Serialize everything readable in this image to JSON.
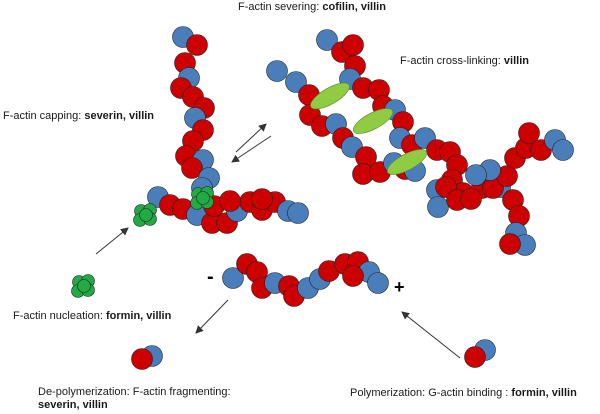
{
  "colors": {
    "f_actin_subunit": "#cc0000",
    "g_actin_subunit": "#4a7ebb",
    "capping_protein": "#22aa44",
    "crosslinker": "#8fcc44",
    "arrow": "#333333"
  },
  "labels": {
    "severing": {
      "prefix": "F-actin severing: ",
      "proteins": "cofilin, villin"
    },
    "crosslinking": {
      "prefix": "F-actin cross-linking:  ",
      "proteins": "villin"
    },
    "capping": {
      "prefix": "F-actin capping: ",
      "proteins": "severin, villin"
    },
    "nucleation": {
      "prefix": "F-actin nucleation: ",
      "proteins": "formin, villin"
    },
    "depolymerization": {
      "prefix": "De-polymerization: F-actin fragmenting:",
      "proteins": "severin, villin"
    },
    "polymerization": {
      "prefix": "Polymerization: G-actin binding : ",
      "proteins": "formin, villin"
    }
  },
  "polarity": {
    "minus": "-",
    "plus": "+"
  }
}
